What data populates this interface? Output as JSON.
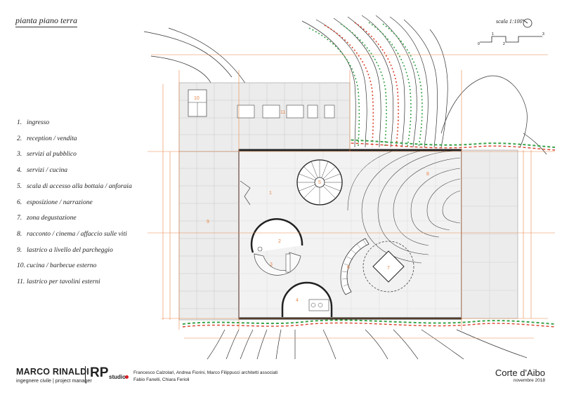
{
  "title": "pianta piano terra",
  "scale": {
    "label": "scala 1:100",
    "ticks": [
      "0",
      "1",
      "2",
      "3"
    ]
  },
  "legend": [
    {
      "n": "1.",
      "text": "ingresso"
    },
    {
      "n": "2.",
      "text": "reception / vendita"
    },
    {
      "n": "3.",
      "text": "servizi al pubblico"
    },
    {
      "n": "4.",
      "text": "servizi / cucina"
    },
    {
      "n": "5.",
      "text": "scala di accesso alla bottaia / anforaia"
    },
    {
      "n": "6.",
      "text": "esposizione / narrazione"
    },
    {
      "n": "7.",
      "text": "zona degustazione"
    },
    {
      "n": "8.",
      "text": "racconto / cinema / affaccio sulle viti"
    },
    {
      "n": "9.",
      "text": "lastrico a livello del parcheggio"
    },
    {
      "n": "10.",
      "text": "cucina / barbecue esterno"
    },
    {
      "n": "11.",
      "text": "lastrico per tavolini esterni"
    }
  ],
  "room_numbers": [
    "1",
    "2",
    "3",
    "4",
    "5",
    "6",
    "7",
    "8",
    "9",
    "10",
    "11"
  ],
  "footer": {
    "name": "MARCO RINALDI",
    "role": "ingegnere civile | project manager",
    "logo_rp": "RP",
    "logo_studio": "studio",
    "architects_line1": "Francesco Calzolari, Andrea Fiorini, Marco Filippucci architetti associati",
    "architects_line2": "Fabio Fanelli, Chiara Ferioli",
    "project": "Corte d'Aibo",
    "date": "novembre 2018"
  },
  "colors": {
    "accent_red": "#d81f26",
    "dim_orange": "#e8874a",
    "vine_green": "#3aa34a",
    "vine_red": "#d8402b",
    "floor": "#ececec"
  }
}
